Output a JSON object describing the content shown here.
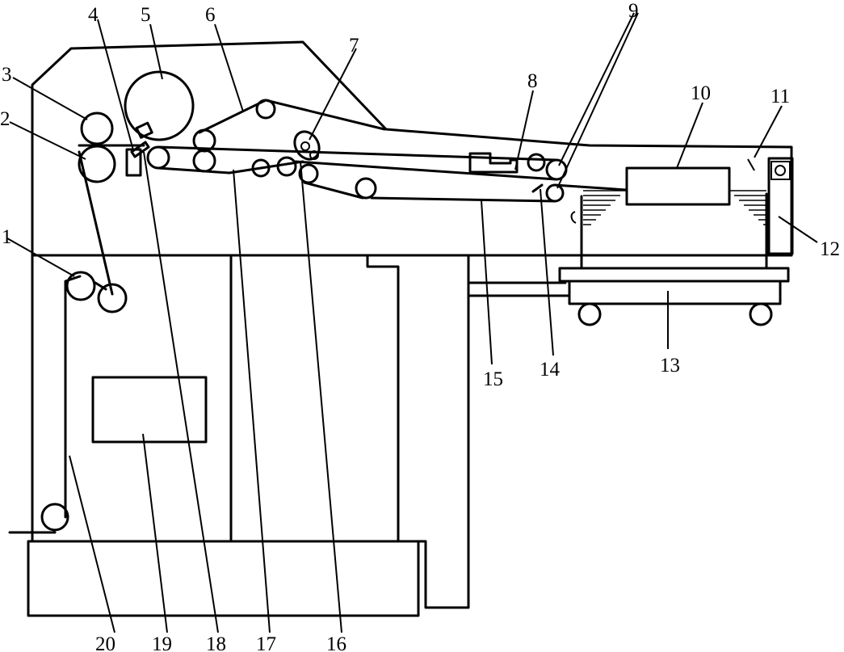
{
  "diagram": {
    "labels": {
      "l1": "1",
      "l2": "2",
      "l3": "3",
      "l4": "4",
      "l5": "5",
      "l6": "6",
      "l7": "7",
      "l8": "8",
      "l9": "9",
      "l10": "10",
      "l11": "11",
      "l12": "12",
      "l13": "13",
      "l14": "14",
      "l15": "15",
      "l16": "16",
      "l17": "17",
      "l18": "18",
      "l19": "19",
      "l20": "20"
    }
  }
}
